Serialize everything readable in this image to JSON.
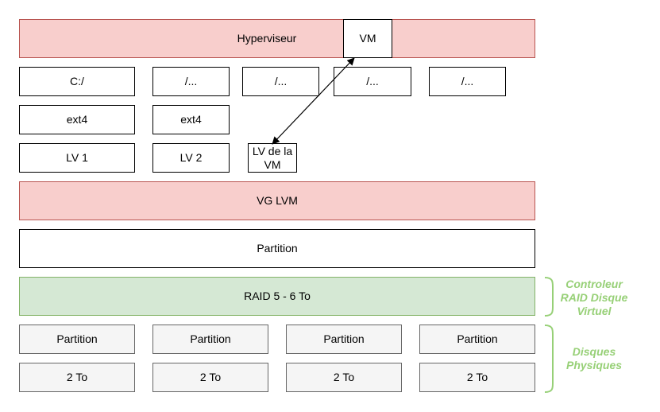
{
  "hypervisor": {
    "label": "Hyperviseur",
    "vm_label": "VM"
  },
  "mounts": [
    "C:/",
    "/...",
    "/...",
    "/...",
    "/..."
  ],
  "filesystems": [
    "ext4",
    "ext4"
  ],
  "logical_volumes": [
    "LV 1",
    "LV 2",
    "LV de la VM"
  ],
  "vg_label": "VG LVM",
  "partition_label": "Partition",
  "raid_label": "RAID 5 - 6 To",
  "disk_partitions": [
    "Partition",
    "Partition",
    "Partition",
    "Partition"
  ],
  "disks": [
    "2 To",
    "2 To",
    "2 To",
    "2 To"
  ],
  "annotations": {
    "controller": "Controleur RAID Disque Virtuel",
    "physical": "Disques Physiques"
  },
  "colors": {
    "pink_fill": "#f8cecc",
    "pink_stroke": "#b85450",
    "green_fill": "#d5e8d4",
    "green_stroke": "#82b366",
    "grey_fill": "#f5f5f5",
    "grey_stroke": "#666666",
    "annotation": "#97d077"
  }
}
